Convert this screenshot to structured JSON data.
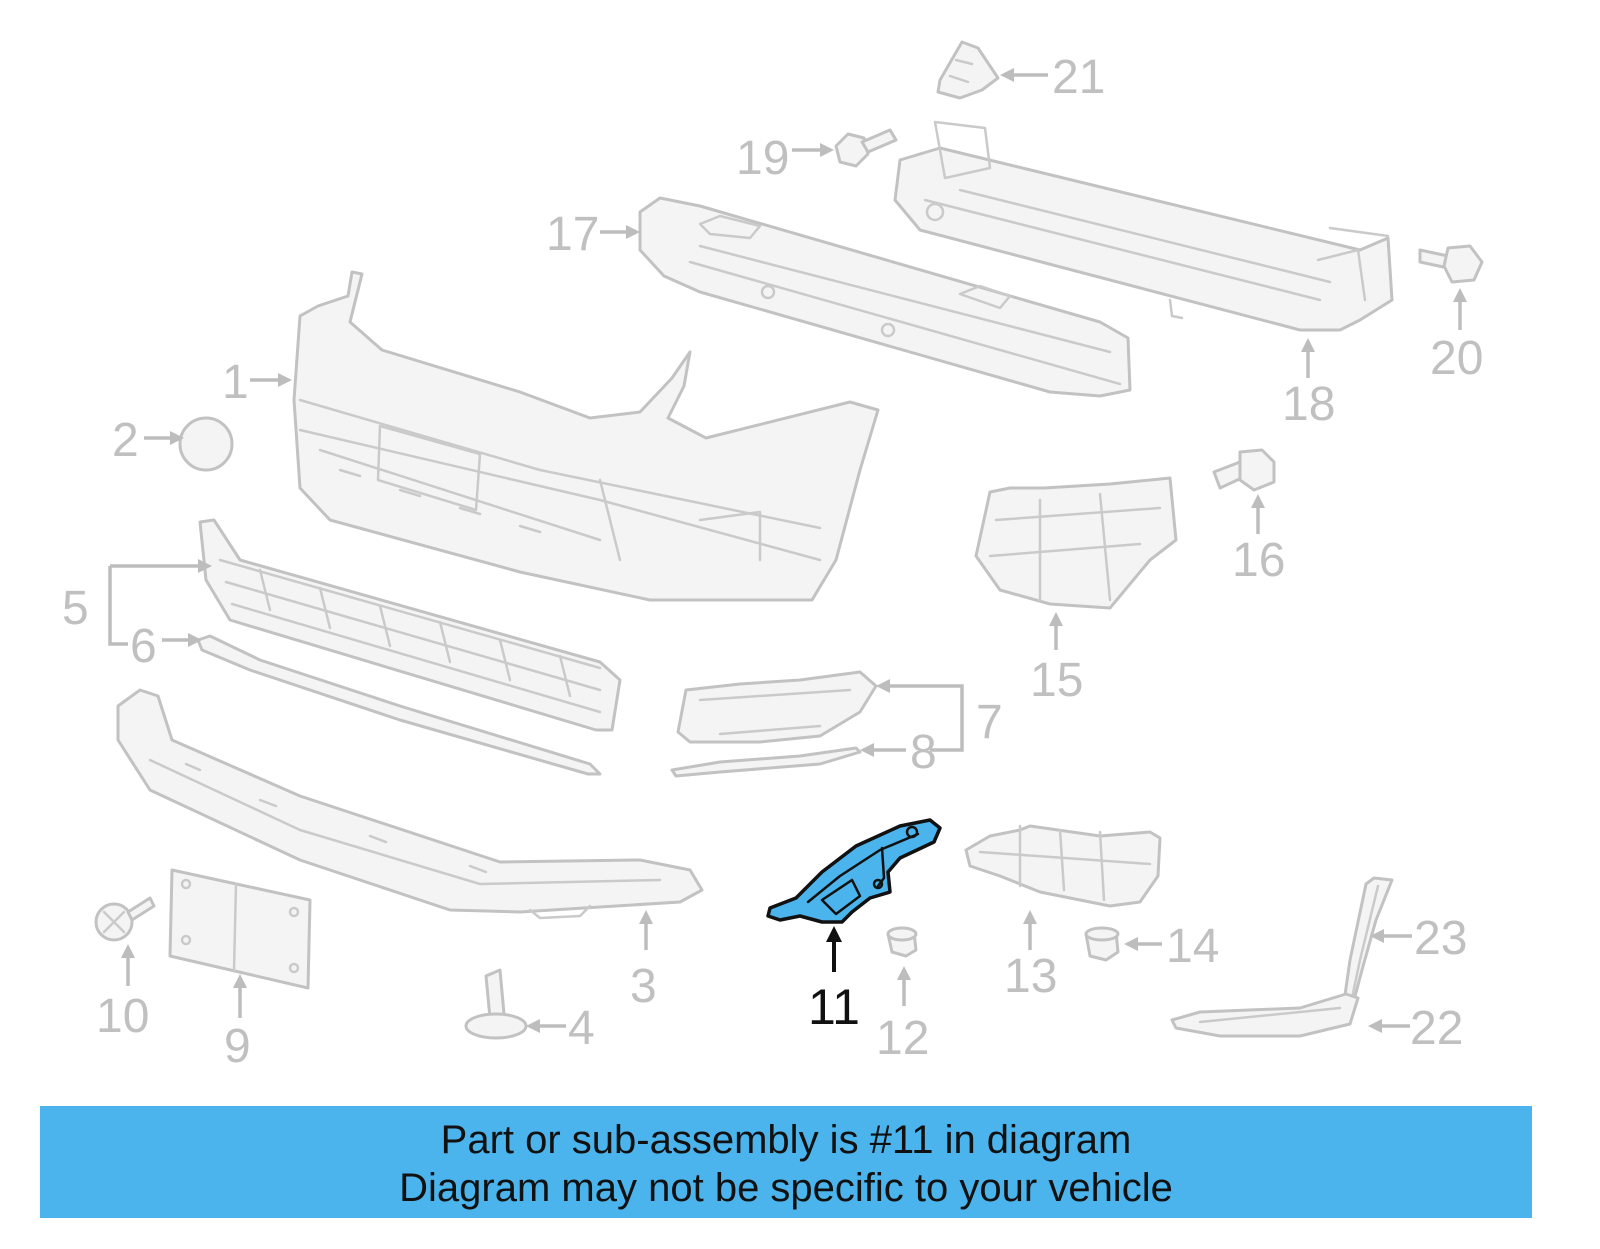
{
  "diagram": {
    "highlighted_part": "11",
    "labels": [
      "1",
      "2",
      "3",
      "4",
      "5",
      "6",
      "7",
      "8",
      "9",
      "10",
      "11",
      "12",
      "13",
      "14",
      "15",
      "16",
      "17",
      "18",
      "19",
      "20",
      "21",
      "22",
      "23"
    ],
    "colors": {
      "highlight_fill": "#4bb4ed",
      "highlight_outline": "#111111",
      "part_outline": "#c2c2c2",
      "label_gray": "#c0c0c0"
    }
  },
  "banner": {
    "line1": "Part or sub-assembly is #11 in diagram",
    "line2": "Diagram may not be specific to your vehicle",
    "background": "#4bb4ed"
  }
}
